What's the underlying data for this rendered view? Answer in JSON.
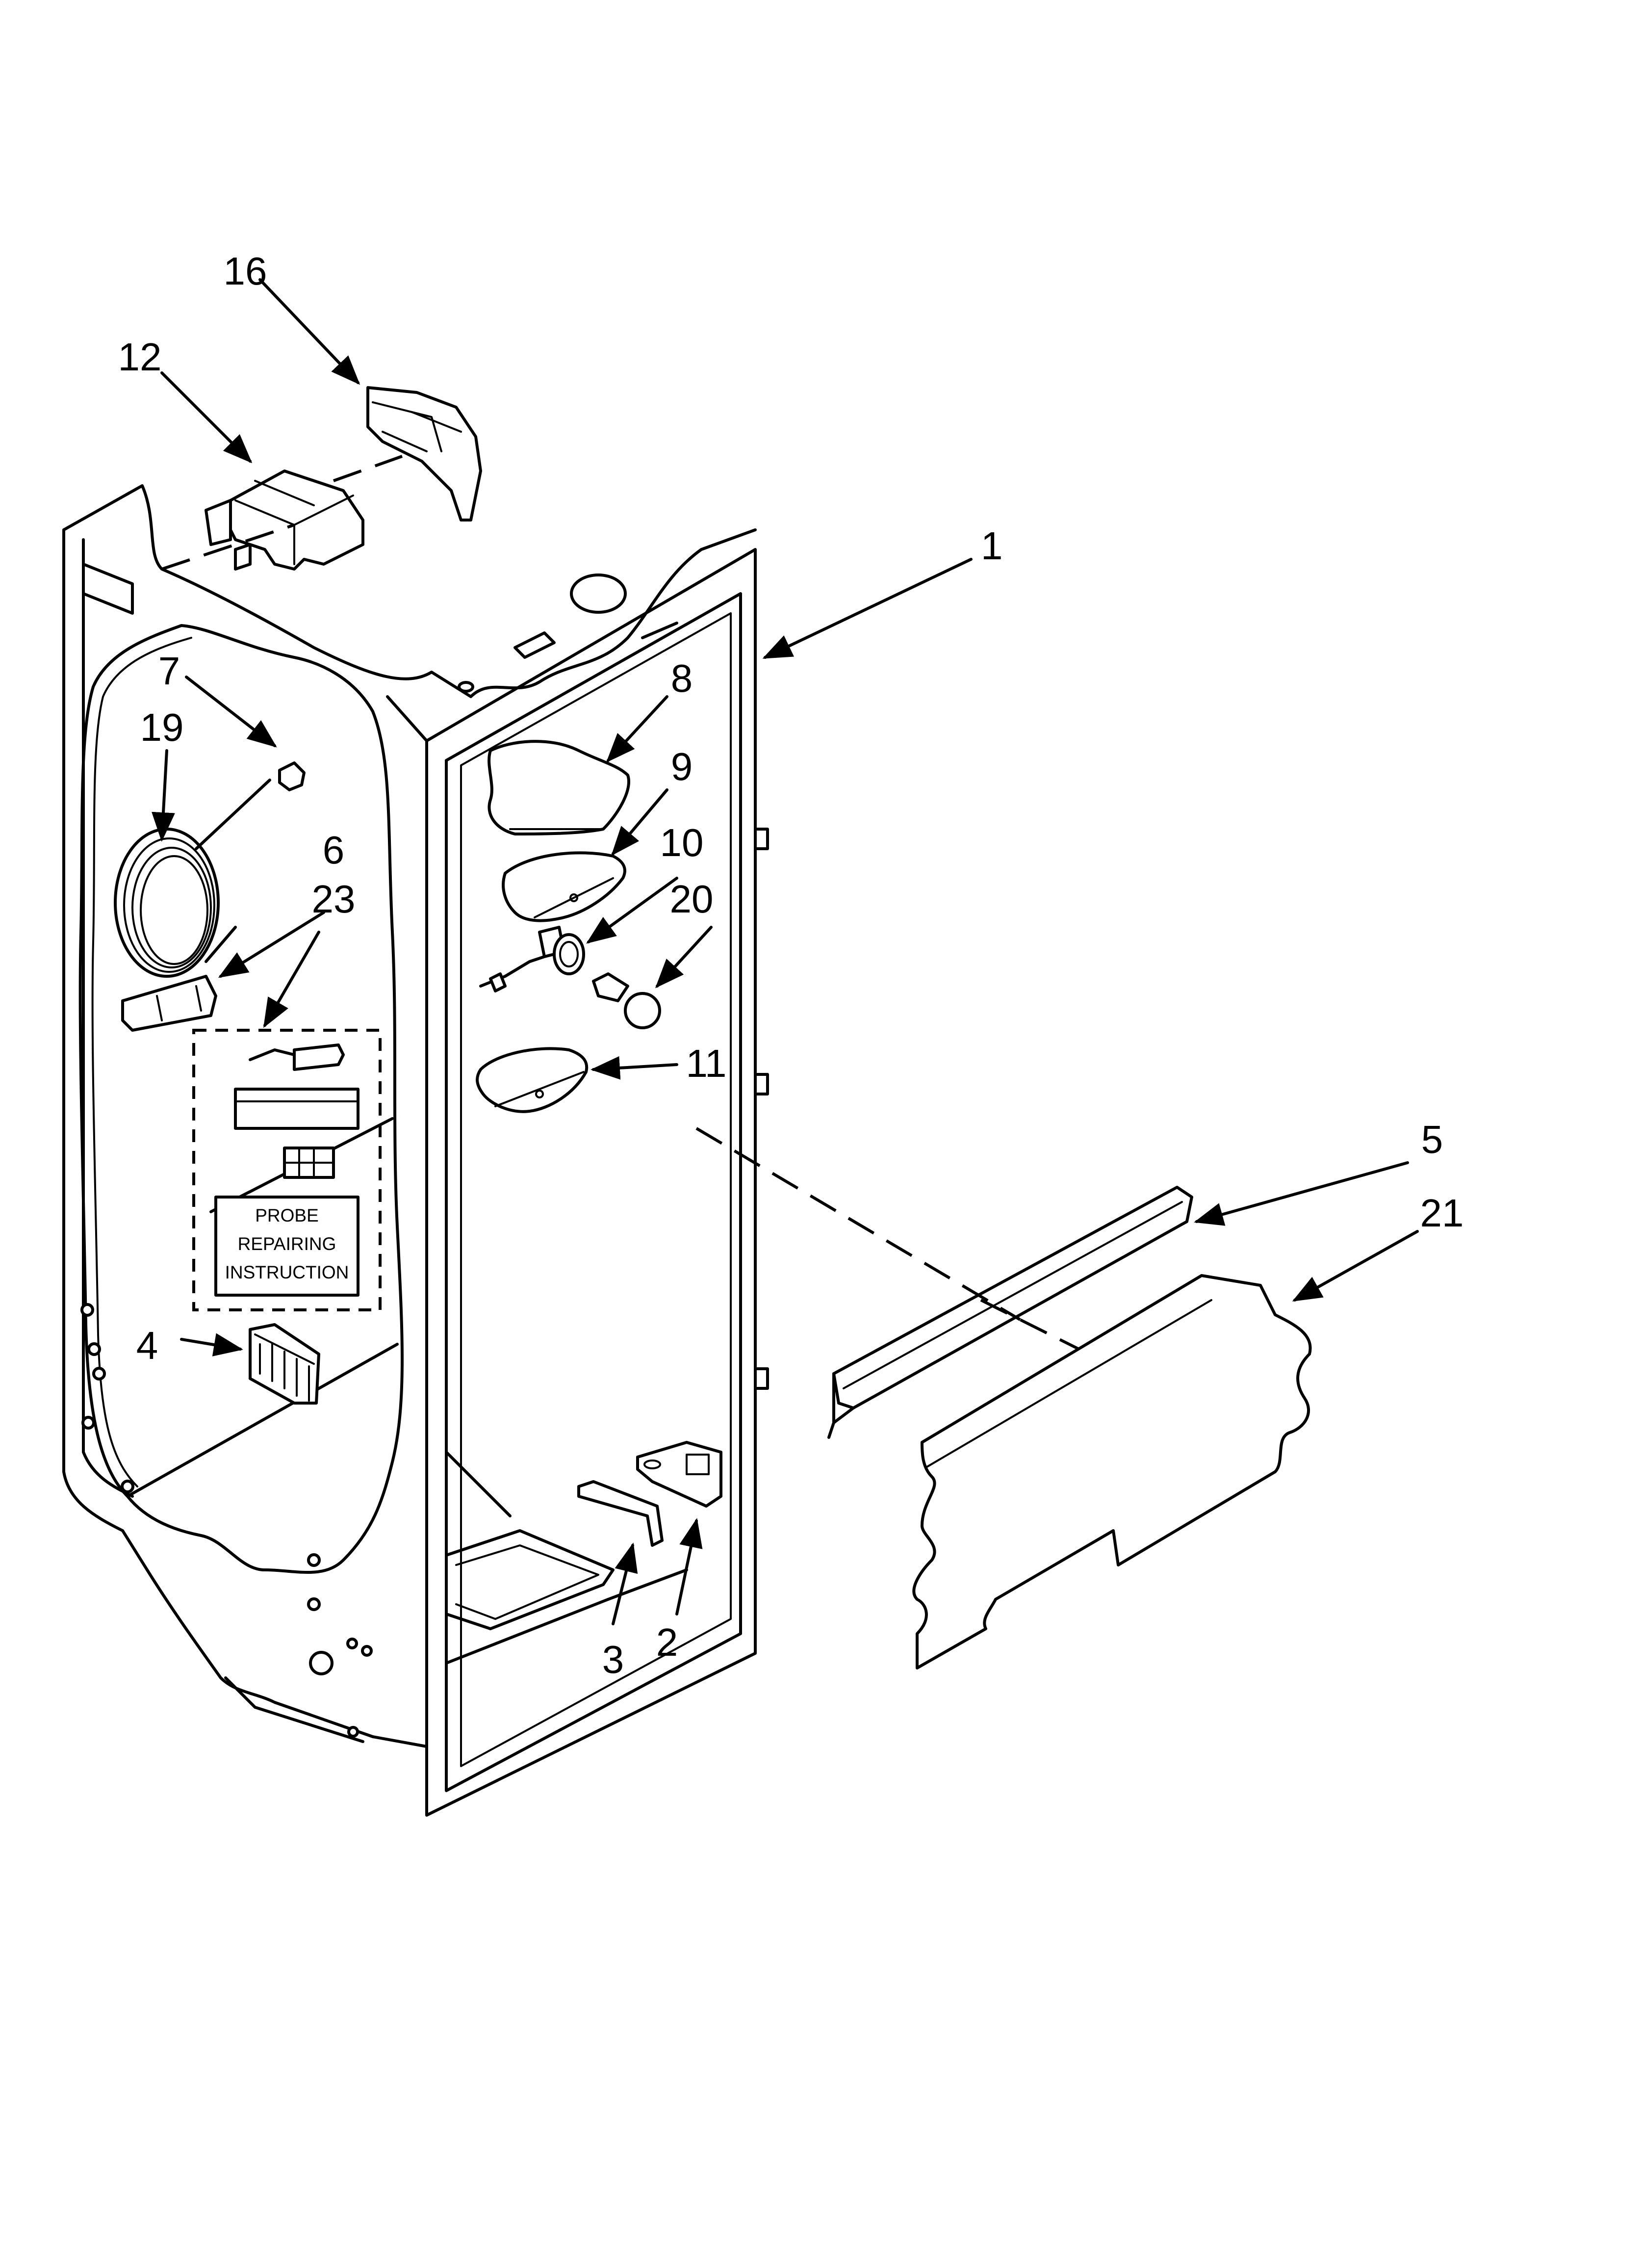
{
  "callouts": [
    {
      "id": "1",
      "label": "1"
    },
    {
      "id": "2",
      "label": "2"
    },
    {
      "id": "3",
      "label": "3"
    },
    {
      "id": "4",
      "label": "4"
    },
    {
      "id": "5",
      "label": "5"
    },
    {
      "id": "6",
      "label": "6"
    },
    {
      "id": "7",
      "label": "7"
    },
    {
      "id": "8",
      "label": "8"
    },
    {
      "id": "9",
      "label": "9"
    },
    {
      "id": "10",
      "label": "10"
    },
    {
      "id": "11",
      "label": "11"
    },
    {
      "id": "12",
      "label": "12"
    },
    {
      "id": "16",
      "label": "16"
    },
    {
      "id": "19",
      "label": "19"
    },
    {
      "id": "20",
      "label": "20"
    },
    {
      "id": "21",
      "label": "21"
    },
    {
      "id": "23",
      "label": "23"
    }
  ],
  "probe_kit_label": {
    "line1": "PROBE",
    "line2": "REPAIRING",
    "line3": "INSTRUCTION"
  }
}
